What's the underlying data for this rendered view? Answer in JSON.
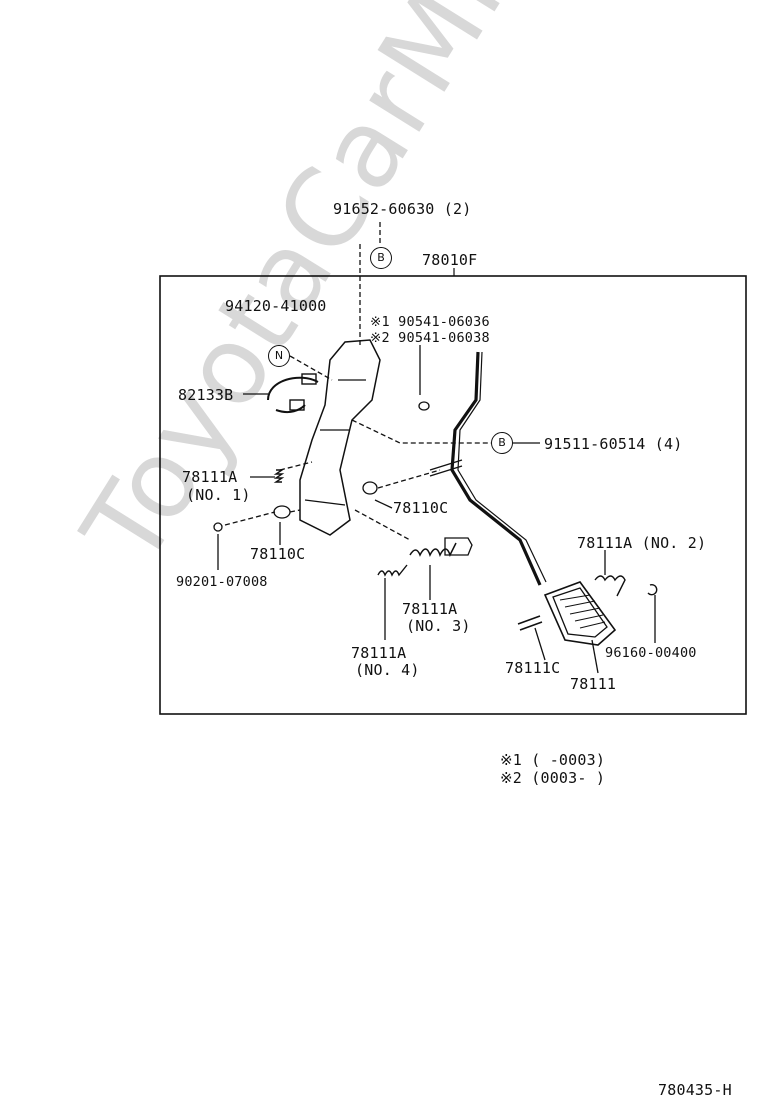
{
  "watermark": "ToyotaCarMine.ru",
  "assembly_label": "78010F",
  "callouts": {
    "b_circle": "B",
    "n_circle": "N"
  },
  "labels": {
    "bolt_top": "91652-60630 (2)",
    "pin_94120": "94120-41000",
    "note_1_part": "※1 90541-06036",
    "note_2_part": "※2 90541-06038",
    "harness_82133b": "82133B",
    "bolt_91511": "91511-60514 (4)",
    "spring_no1": "78111A",
    "spring_no1_sub": "(NO. 1)",
    "bushing_right": "78110C",
    "bushing_left": "78110C",
    "nut_90201": "90201-07008",
    "spring_no2": "78111A (NO. 2)",
    "spring_no3": "78111A",
    "spring_no3_sub": "(NO. 3)",
    "spring_no4": "78111A",
    "spring_no4_sub": "(NO. 4)",
    "ring_96160": "96160-00400",
    "pin_78111c": "78111C",
    "pad_78111": "78111"
  },
  "notes": {
    "note1": "※1 (      -0003)",
    "note2": "※2 (0003-      )"
  },
  "drawing_number": "780435-H"
}
